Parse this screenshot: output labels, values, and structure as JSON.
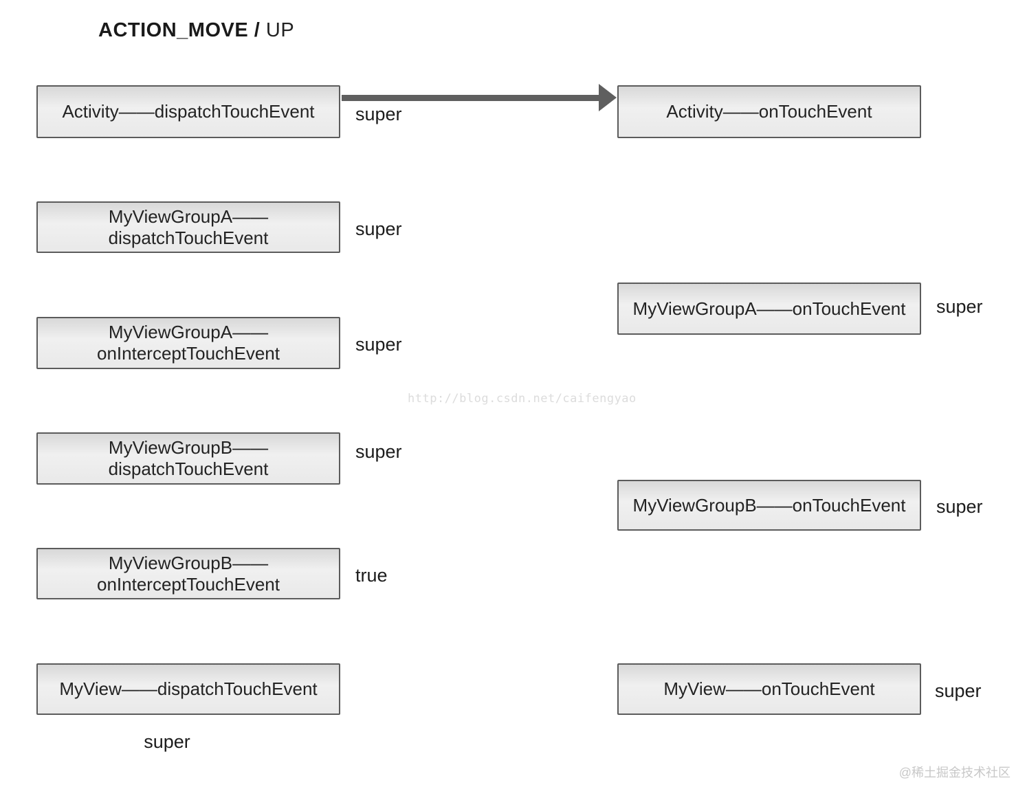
{
  "title": {
    "main": "ACTION_MOVE /",
    "suffix": "UP"
  },
  "diagram": {
    "left": [
      {
        "label": "Activity——dispatchTouchEvent",
        "annotation": "super"
      },
      {
        "label": "MyViewGroupA——\ndispatchTouchEvent",
        "annotation": "super"
      },
      {
        "label": "MyViewGroupA——\nonInterceptTouchEvent",
        "annotation": "super"
      },
      {
        "label": "MyViewGroupB——\ndispatchTouchEvent",
        "annotation": "super"
      },
      {
        "label": "MyViewGroupB——\nonInterceptTouchEvent",
        "annotation": "true"
      },
      {
        "label": "MyView——dispatchTouchEvent",
        "annotation": "super"
      }
    ],
    "right": [
      {
        "label": "Activity——onTouchEvent"
      },
      {
        "label": "MyViewGroupA——onTouchEvent",
        "annotation": "super"
      },
      {
        "label": "MyViewGroupB——onTouchEvent",
        "annotation": "super"
      },
      {
        "label": "MyView——onTouchEvent",
        "annotation": "super"
      }
    ],
    "arrow": {
      "from": "Activity——dispatchTouchEvent",
      "to": "Activity——onTouchEvent"
    }
  },
  "watermarks": {
    "center": "http://blog.csdn.net/caifengyao",
    "corner": "@稀土掘金技术社区"
  },
  "colors": {
    "box_border": "#5b5b5b",
    "box_fill_top": "#d8d8d8",
    "box_fill_mid": "#f0f0f0",
    "arrow": "#5f5f5f",
    "text": "#232323",
    "watermark_center": "#dcdcdc",
    "watermark_corner": "#c8c8c8"
  }
}
